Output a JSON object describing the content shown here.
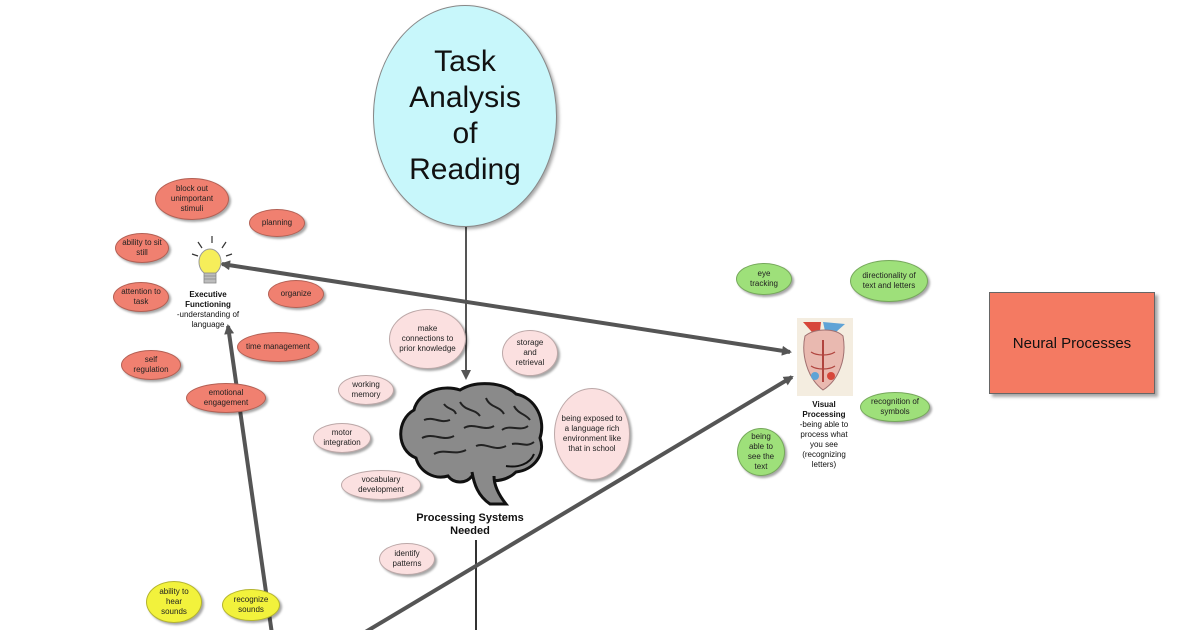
{
  "title": "Task Analysis of Reading",
  "executive": {
    "heading": "Executive Functioning",
    "detail": "-understanding of language",
    "bubbles": [
      "block out unimportant stimuli",
      "planning",
      "ability to sit still",
      "attention to task",
      "organize",
      "time management",
      "self regulation",
      "emotional engagement"
    ]
  },
  "processing": {
    "label": "Processing Systems Needed",
    "bubbles": [
      "make connections to prior knowledge",
      "storage and retrieval",
      "working memory",
      "being exposed to a language rich environment like that in school",
      "motor integration",
      "vocabulary development",
      "identify patterns"
    ]
  },
  "visual": {
    "heading": "Visual Processing",
    "detail": "-being able to process what you see (recognizing letters)",
    "bubbles": [
      "eye tracking",
      "directionality of text and letters",
      "recognition of symbols",
      "being able to see the text"
    ]
  },
  "auditory": {
    "bubbles": [
      "ability to hear sounds",
      "recognize sounds"
    ]
  },
  "neural": "Neural Processes",
  "colors": {
    "executive": "#f08070",
    "processing": "#fbe0e0",
    "visual": "#9ee07a",
    "auditory": "#f2f23c",
    "title_fill": "#c8f7fb",
    "neural_fill": "#f47a62",
    "connector": "#555555"
  },
  "icons": {
    "executive": "lightbulb-icon",
    "processing": "brain-icon",
    "visual": "brain-anatomy-icon"
  }
}
